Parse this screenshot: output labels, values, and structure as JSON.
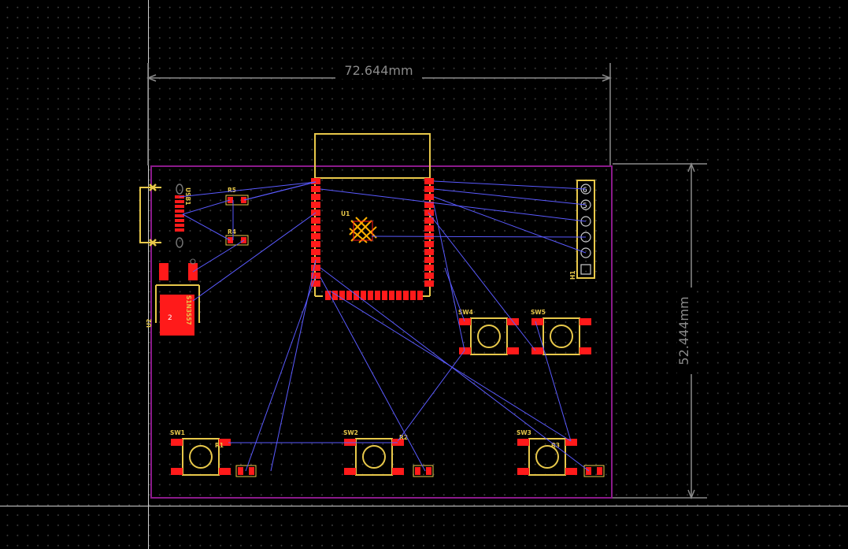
{
  "dimensions": {
    "width_label": "72.644mm",
    "height_label": "52.444mm"
  },
  "designators": {
    "usb": "USB1",
    "r5": "R5",
    "r4": "R4",
    "u1": "U1",
    "u2": "U2",
    "u2_part": "S1N3557",
    "u2_pin": "2",
    "h1": "H1",
    "sw1": "SW1",
    "sw2": "SW2",
    "sw3": "SW3",
    "sw4": "SW4",
    "sw5": "SW5",
    "r1": "R1",
    "r2": "R2",
    "r3": "R3"
  },
  "header_pins": [
    "6",
    "5"
  ],
  "colors": {
    "background": "#000000",
    "board_outline": "#8b1a8b",
    "ratsnest": "#5a5aff",
    "pad": "#ff1a1a",
    "silkscreen": "#e8c84a",
    "dimension": "#8a8a8a",
    "crosshair": "#d0d0d0"
  }
}
